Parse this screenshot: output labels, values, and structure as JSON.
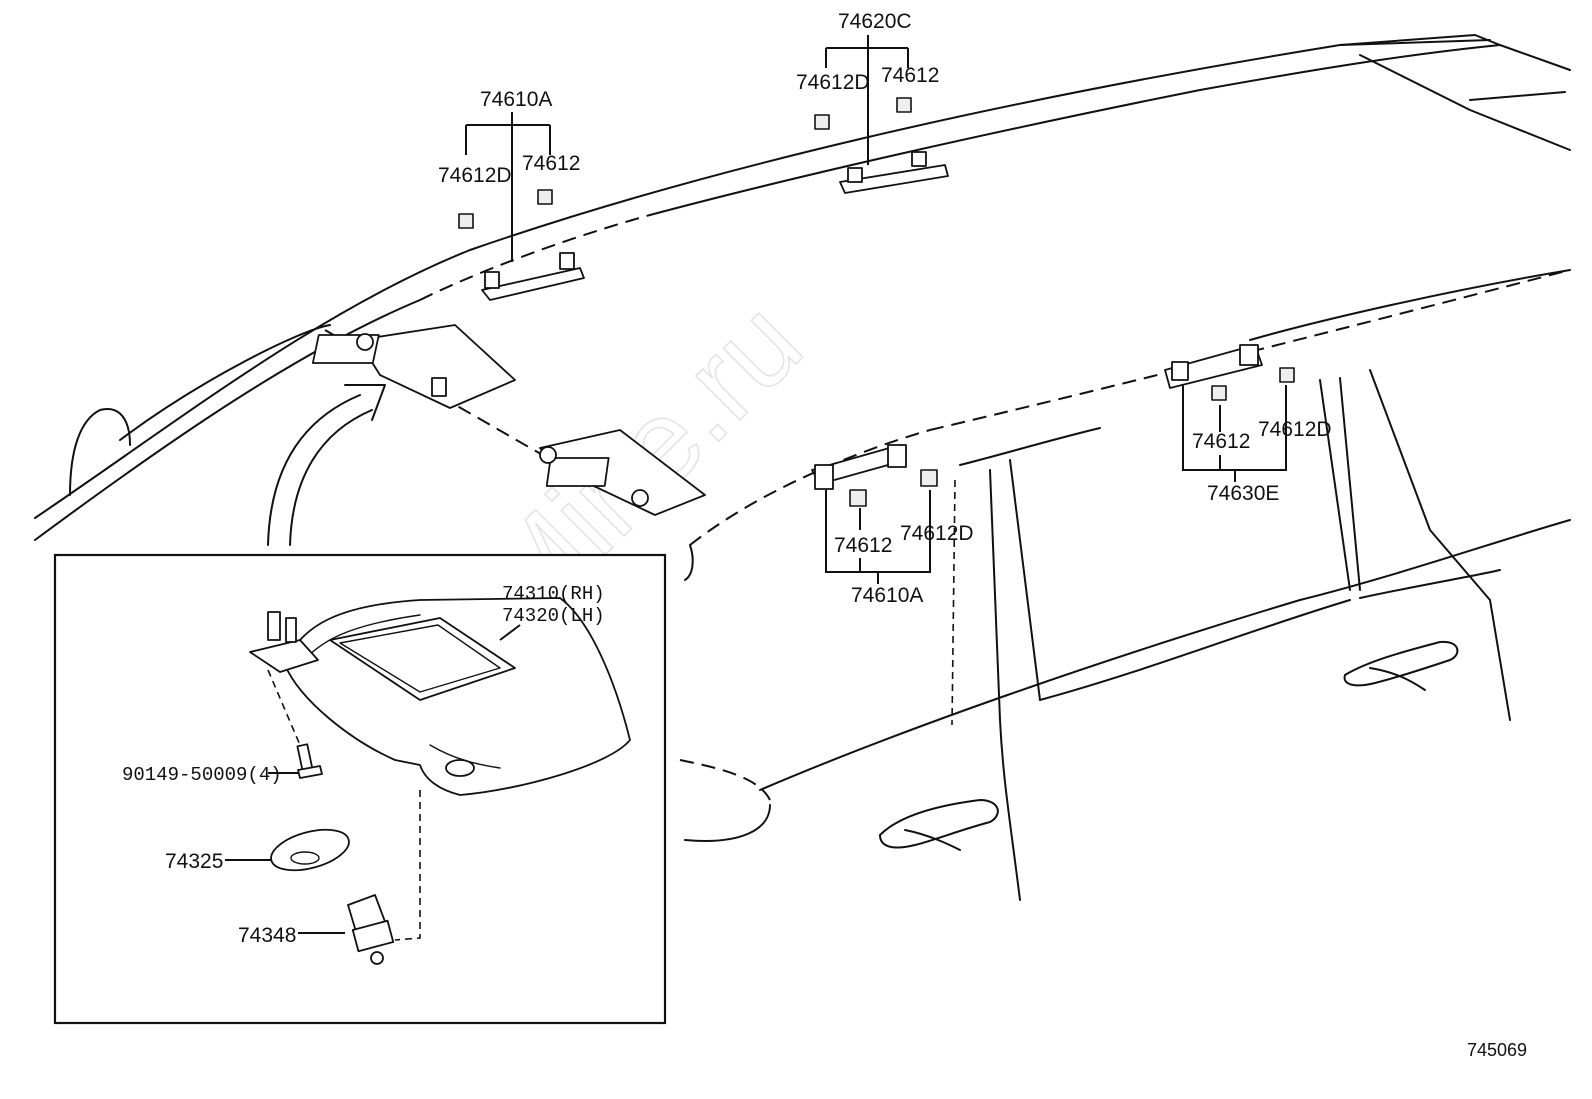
{
  "watermark": "ToyotaCarMine.ru",
  "figure_number": "745069",
  "labels": {
    "assist_grip_front_top": "74610A",
    "clip_d_front_top": "74612D",
    "clip_front_top": "74612",
    "assist_grip_rear_top": "74620C",
    "clip_d_rear_top": "74612D",
    "clip_rear_top": "74612",
    "assist_grip_rear_side": "74630E",
    "clip_rear_side": "74612",
    "clip_d_rear_side": "74612D",
    "assist_grip_front_side": "74610A",
    "clip_front_side": "74612",
    "clip_d_front_side": "74612D"
  },
  "inset": {
    "visor_rh": "74310(RH)",
    "visor_lh": "74320(LH)",
    "screw": "90149-50009(4)",
    "cover": "74325",
    "holder": "74348"
  }
}
